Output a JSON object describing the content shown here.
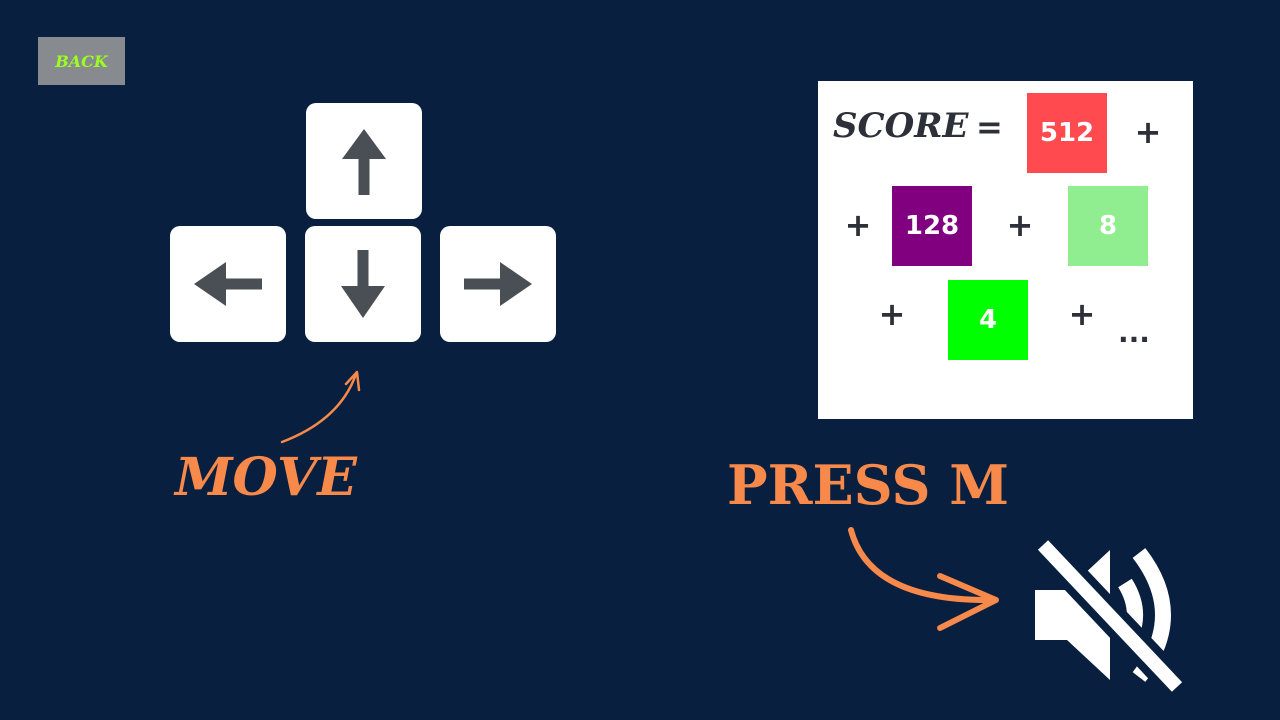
{
  "back_button": {
    "label": "BACK"
  },
  "controls": {
    "keys": [
      "up-arrow-key",
      "left-arrow-key",
      "down-arrow-key",
      "right-arrow-key"
    ],
    "move_label": "MOVE"
  },
  "score_panel": {
    "score_word": "SCORE",
    "equals": "=",
    "plus": "+",
    "ellipsis": "...",
    "tiles": [
      {
        "value": "512",
        "color": "#ff4a4f"
      },
      {
        "value": "128",
        "color": "#800080"
      },
      {
        "value": "8",
        "color": "#90ee90"
      },
      {
        "value": "4",
        "color": "#00ff00"
      }
    ]
  },
  "mute": {
    "press_label": "PRESS M",
    "icon": "speaker-mute-icon"
  },
  "colors": {
    "background": "#081f3f",
    "accent": "#f7894a",
    "back_text": "#9dff1f"
  }
}
